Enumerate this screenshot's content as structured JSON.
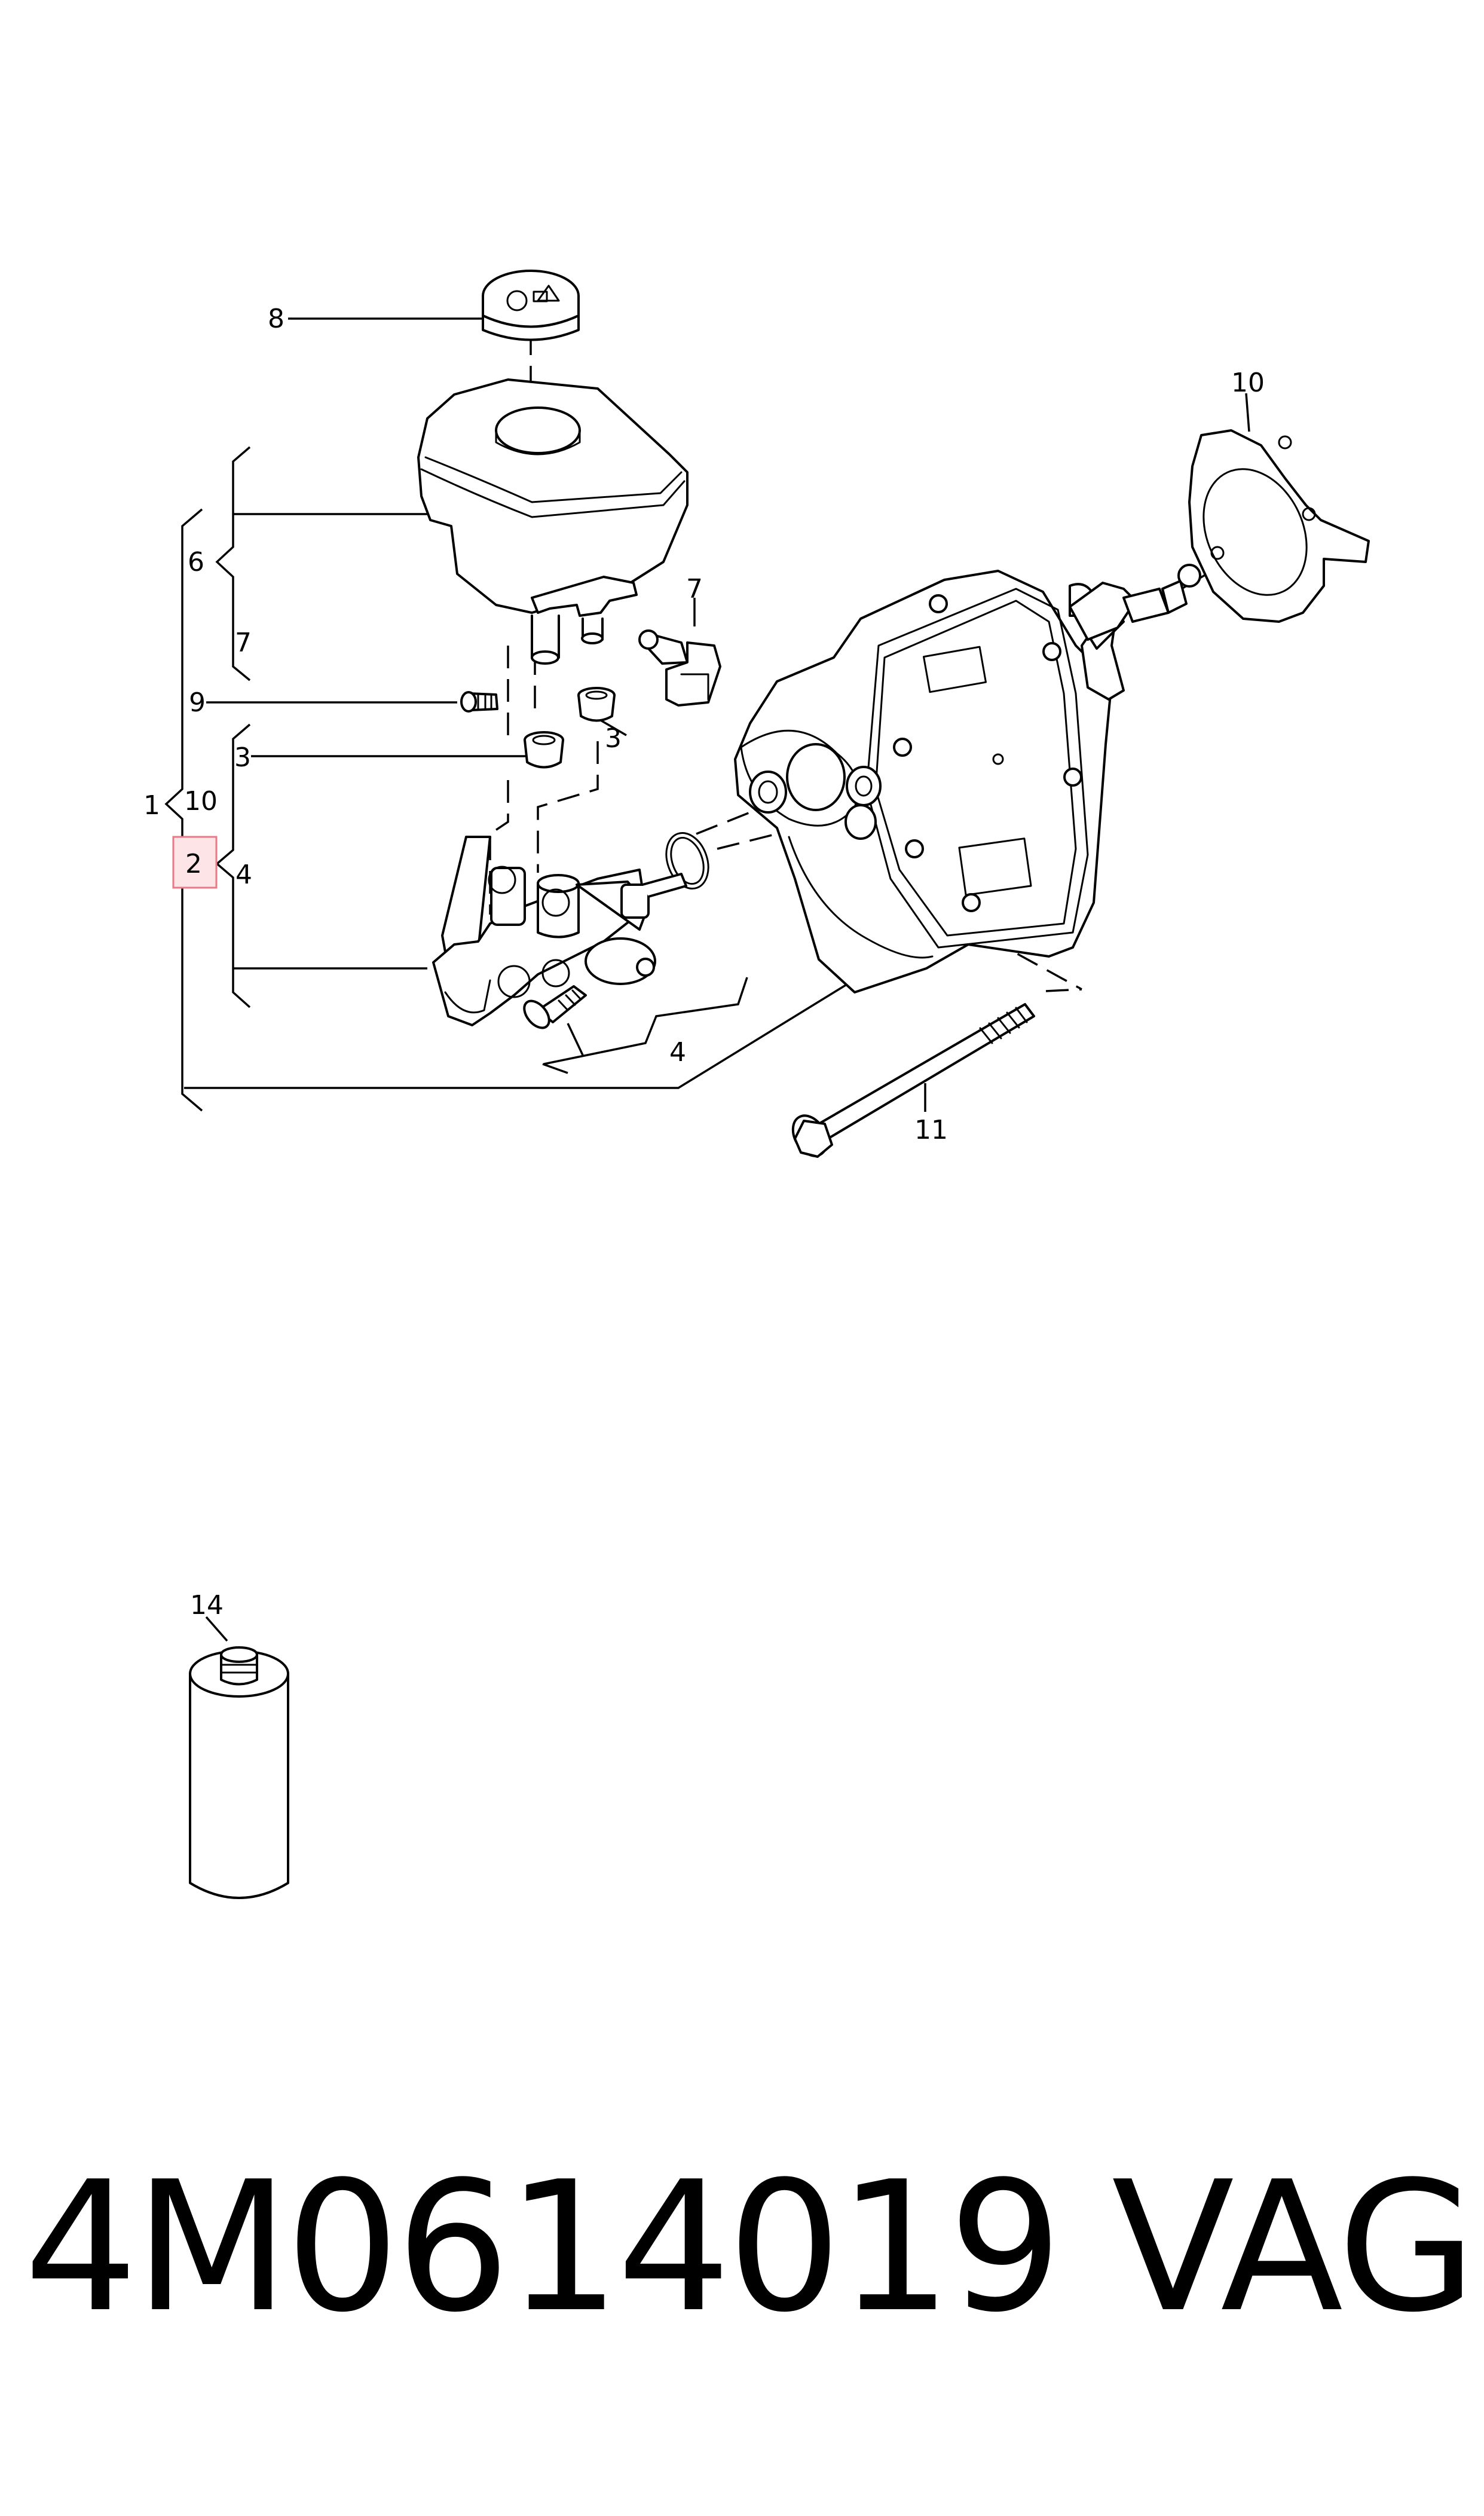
{
  "diagram": {
    "callouts": {
      "c1": "1",
      "c2": "2",
      "c3a": "3",
      "c3b": "3",
      "c4a": "4",
      "c4b": "4",
      "c6": "6",
      "c7a": "7",
      "c7b": "7",
      "c8": "8",
      "c9": "9",
      "c10a": "10",
      "c10b": "10",
      "c11": "11",
      "c14": "14"
    },
    "highlight_color": "#e87a85",
    "highlight_fill": "#fde4e6"
  },
  "footer": {
    "part_number": "4M0614019",
    "brand": "VAG"
  }
}
